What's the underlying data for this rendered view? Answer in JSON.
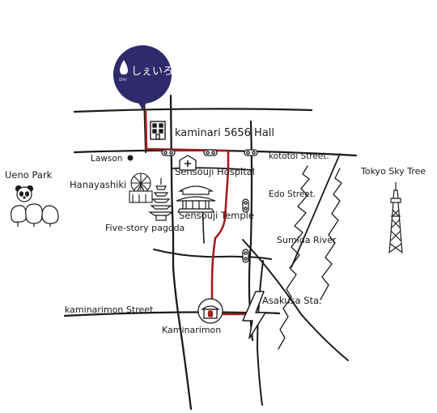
{
  "colors": {
    "ink": "#1a1a1a",
    "route": "#a11d22",
    "pin": "#2e2a6b",
    "paper": "#ffffff"
  },
  "pin": {
    "logo_text": "しぇいろ",
    "logo_sub": "STAY",
    "icon": "water-drop-icon"
  },
  "labels": {
    "kaminari_hall": "kaminari 5656 Hall",
    "lawson": "Lawson",
    "kototoi_street": "kototoi Street.",
    "ueno_park": "Ueno Park",
    "hanayashiki": "Hanayashiki",
    "sensouji_hospital": "Sensouji Hospital",
    "sensouji_temple": "Sensouji Temple",
    "five_story_pagoda": "Five-story pagoda",
    "edo_street": "Edo Street.",
    "sumida_river": "Sumida River",
    "tokyo_sky_tree": "Tokyo Sky Tree",
    "kaminarimon_street": "kaminarimon Street.",
    "kaminarimon": "Kaminarimon",
    "asakusa_sta": "Asakusa Sta."
  },
  "icons": [
    "map-pin-icon",
    "building-icon",
    "hospital-icon",
    "temple-icon",
    "pagoda-icon",
    "ferris-wheel-icon",
    "panda-icon",
    "trees-icon",
    "sky-tree-icon",
    "kaminarimon-gate-icon",
    "station-icon",
    "traffic-light-icon"
  ]
}
